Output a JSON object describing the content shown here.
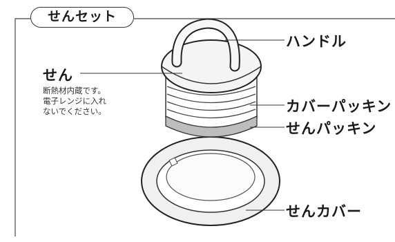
{
  "set_title": "せんセット",
  "parts": {
    "handle": "ハンドル",
    "stopper": "せん",
    "cover_packing": "カバーパッキン",
    "stopper_packing": "せんパッキン",
    "stopper_cover": "せんカバー"
  },
  "stopper_note": [
    "断熱材内蔵です。",
    "電子レンジに入れ",
    "ないでください。"
  ]
}
